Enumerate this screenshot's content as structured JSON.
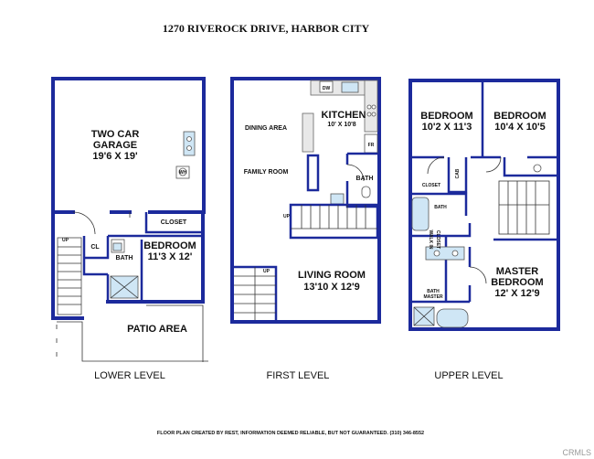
{
  "title": "1270 RIVEROCK DRIVE, HARBOR CITY",
  "footer": "FLOOR PLAN CREATED BY REST, INFORMATION DEEMED RELIABLE, BUT NOT GUARANTEED. (310) 346-8552",
  "watermark": "CRMLS",
  "colors": {
    "walls": "#1c2a9c",
    "fixtures": "#cfe6f5"
  },
  "levels": {
    "lower": {
      "label": "LOWER LEVEL",
      "garage": {
        "name_1": "TWO CAR",
        "name_2": "GARAGE",
        "dims": "19'6 X 19'"
      },
      "closet": "CLOSET",
      "cl": "CL",
      "bedroom": {
        "name": "BEDROOM",
        "dims": "11'3 X 12'"
      },
      "bath": "BATH",
      "patio": "PATIO AREA",
      "stair_up": "UP",
      "wh": "WH"
    },
    "first": {
      "label": "FIRST LEVEL",
      "dw": "DW",
      "kitchen": {
        "name": "KITCHEN",
        "dims": "10' X 10'8"
      },
      "dining": "DINING AREA",
      "family": "FAMILY ROOM",
      "fr": "FR",
      "bath": "BATH",
      "living": {
        "name": "LIVING ROOM",
        "dims": "13'10 X 12'9"
      },
      "stair_up_1": "UP",
      "stair_up_2": "UP"
    },
    "upper": {
      "label": "UPPER LEVEL",
      "bedroom_1": {
        "name": "BEDROOM",
        "dims": "10'2 X 11'3"
      },
      "bedroom_2": {
        "name": "BEDROOM",
        "dims": "10'4 X 10'5"
      },
      "cab": "CAB",
      "closet": "CLOSET",
      "bath": "BATH",
      "walk_in_1": "WALK IN",
      "walk_in_2": "CLOSET",
      "master_bath_1": "MASTER",
      "master_bath_2": "BATH",
      "master": {
        "name_1": "MASTER",
        "name_2": "BEDROOM",
        "dims": "12' X 12'9"
      }
    }
  }
}
